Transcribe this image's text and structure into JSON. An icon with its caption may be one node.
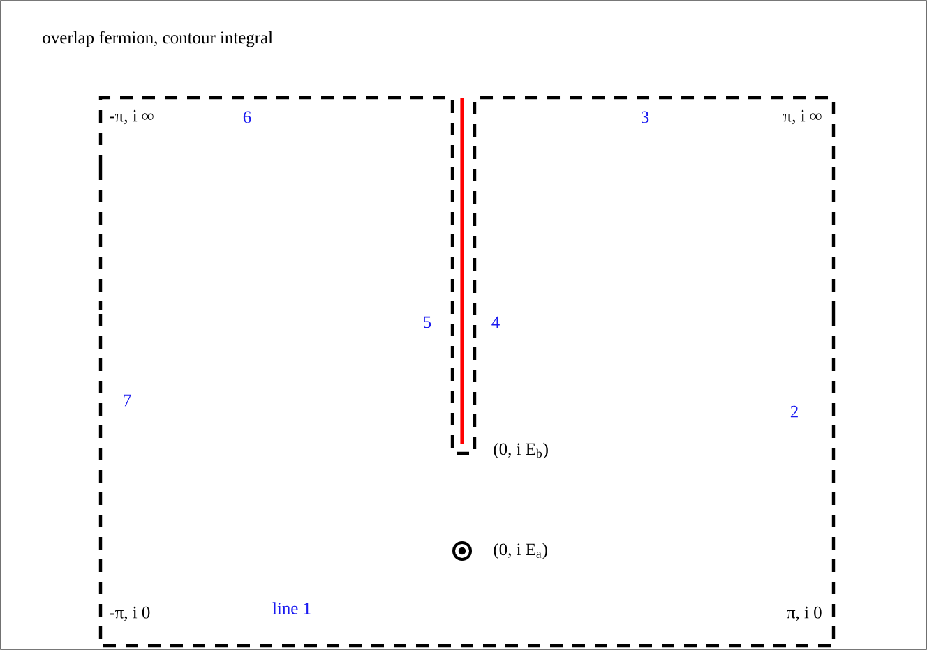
{
  "diagram": {
    "title": "overlap fermion, contour integral",
    "labels": [
      "-π, i ∞",
      "6",
      "3",
      "π, i ∞",
      "5",
      "4",
      "7",
      "2",
      "(0, i E$_{b}$)",
      "(0, i E$_{a}$)",
      "-π, i 0",
      "line 1",
      "π, i 0"
    ]
  }
}
